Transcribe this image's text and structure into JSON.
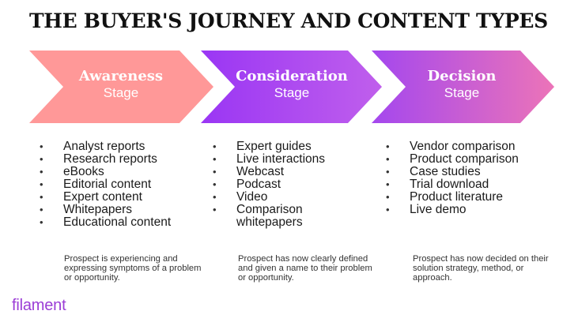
{
  "title": "THE BUYER'S JOURNEY AND CONTENT TYPES",
  "stages": [
    {
      "name": "Awareness",
      "sub": "Stage",
      "items": [
        "Analyst reports",
        "Research reports",
        "eBooks",
        "Editorial content",
        "Expert content",
        "Whitepapers",
        "Educational content"
      ],
      "note": "Prospect is experiencing and expressing symptoms of a problem or opportunity."
    },
    {
      "name": "Consideration",
      "sub": "Stage",
      "items": [
        "Expert guides",
        "Live interactions",
        "Webcast",
        "Podcast",
        "Video",
        "Comparison",
        "whitepapers"
      ],
      "note": "Prospect has now clearly defined and given a name to their problem or opportunity."
    },
    {
      "name": "Decision",
      "sub": "Stage",
      "items": [
        "Vendor comparison",
        "Product comparison",
        "Case studies",
        "Trial download",
        "Product literature",
        "Live demo"
      ],
      "note": "Prospect has now decided on their solution strategy, method, or approach."
    }
  ],
  "logo": "filament",
  "colors": {
    "awareness": "#ff9898",
    "consideration_start": "#9a36f4",
    "consideration_end": "#c05fec",
    "decision_start": "#a447ee",
    "decision_end": "#ec74b8",
    "logo": "#9b3dd6"
  }
}
